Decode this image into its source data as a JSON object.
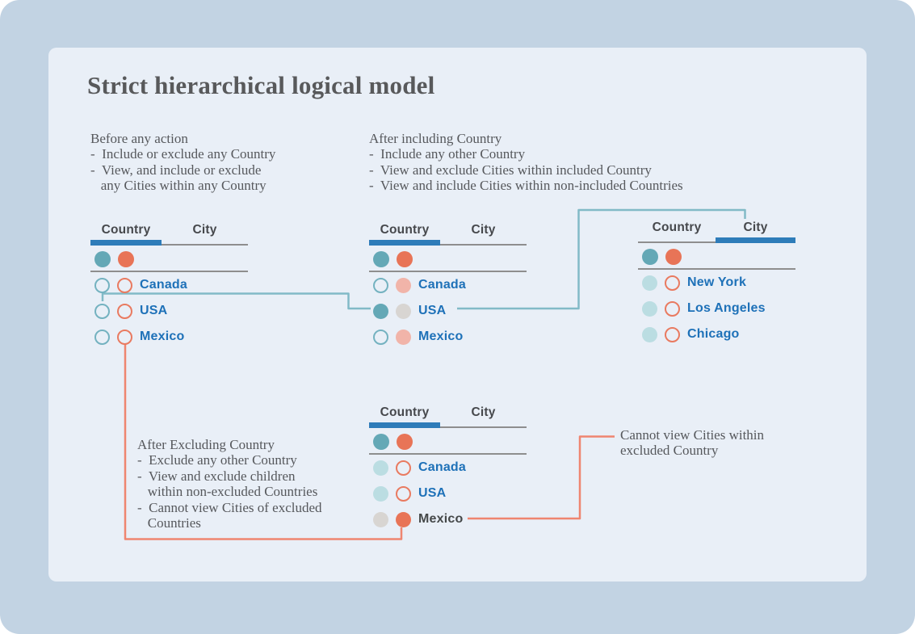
{
  "title": "Strict hierarchical logical model",
  "colors": {
    "page_background": "#c2d3e3",
    "card_background": "#e9eff7",
    "heading_text": "#58595b",
    "body_text": "#56585c",
    "tab_text": "#46484c",
    "active_tab_bar": "#2e7cb9",
    "divider_gray": "#8e8e8e",
    "include_teal": "#64a8b6",
    "exclude_red": "#e87457",
    "pale_teal": "#bbdde2",
    "pale_pink": "#f1b4a9",
    "neutral_gray": "#d8d5d2",
    "row_label_blue": "#1e71b8",
    "row_label_dark": "#454849",
    "teal_connector": "#82bac7",
    "red_connector": "#ef8570"
  },
  "notes": [
    {
      "id": "before-any-action",
      "lines": [
        "Before any action",
        "-  Include or exclude any Country",
        "-  View, and include or exclude",
        "   any Cities within any Country"
      ]
    },
    {
      "id": "after-including-country",
      "lines": [
        "After including Country",
        "-  Include any other Country",
        "-  View and exclude Cities within included Country",
        "-  View and include Cities within non-included Countries"
      ]
    },
    {
      "id": "after-excluding-country",
      "lines": [
        "After Excluding Country",
        "-  Exclude any other Country",
        "-  View and exclude children",
        "   within non-excluded Countries",
        "-  Cannot view Cities of excluded",
        "   Countries"
      ]
    },
    {
      "id": "cannot-view-excluded",
      "lines": [
        "Cannot view Cities within",
        "excluded Country"
      ]
    }
  ],
  "panels": [
    {
      "name": "before-any-action",
      "tabs": [
        {
          "label": "Country",
          "active": true
        },
        {
          "label": "City",
          "active": false
        }
      ],
      "legend": [
        {
          "state": "teal-fill"
        },
        {
          "state": "red-fill"
        }
      ],
      "rows": [
        {
          "label": "Canada",
          "include": "teal-outline",
          "exclude": "red-outline",
          "emphasis": "blue"
        },
        {
          "label": "USA",
          "include": "teal-outline",
          "exclude": "red-outline",
          "emphasis": "blue"
        },
        {
          "label": "Mexico",
          "include": "teal-outline",
          "exclude": "red-outline",
          "emphasis": "blue"
        }
      ]
    },
    {
      "name": "after-including-country",
      "tabs": [
        {
          "label": "Country",
          "active": true
        },
        {
          "label": "City",
          "active": false
        }
      ],
      "legend": [
        {
          "state": "teal-fill"
        },
        {
          "state": "red-fill"
        }
      ],
      "rows": [
        {
          "label": "Canada",
          "include": "teal-outline",
          "exclude": "pink-fill",
          "emphasis": "blue"
        },
        {
          "label": "USA",
          "include": "teal-fill",
          "exclude": "gray-fill",
          "emphasis": "blue"
        },
        {
          "label": "Mexico",
          "include": "teal-outline",
          "exclude": "pink-fill",
          "emphasis": "blue"
        }
      ]
    },
    {
      "name": "city-view-of-included-country",
      "tabs": [
        {
          "label": "Country",
          "active": false
        },
        {
          "label": "City",
          "active": true
        }
      ],
      "legend": [
        {
          "state": "teal-fill"
        },
        {
          "state": "red-fill"
        }
      ],
      "rows": [
        {
          "label": "New York",
          "include": "pale-teal-fill",
          "exclude": "red-outline",
          "emphasis": "blue"
        },
        {
          "label": "Los Angeles",
          "include": "pale-teal-fill",
          "exclude": "red-outline",
          "emphasis": "blue"
        },
        {
          "label": "Chicago",
          "include": "pale-teal-fill",
          "exclude": "red-outline",
          "emphasis": "blue"
        }
      ]
    },
    {
      "name": "after-excluding-country",
      "tabs": [
        {
          "label": "Country",
          "active": true
        },
        {
          "label": "City",
          "active": false
        }
      ],
      "legend": [
        {
          "state": "teal-fill"
        },
        {
          "state": "red-fill"
        }
      ],
      "rows": [
        {
          "label": "Canada",
          "include": "pale-teal-fill",
          "exclude": "red-outline",
          "emphasis": "blue"
        },
        {
          "label": "USA",
          "include": "pale-teal-fill",
          "exclude": "red-outline",
          "emphasis": "blue"
        },
        {
          "label": "Mexico",
          "include": "gray-fill",
          "exclude": "red-fill",
          "emphasis": "dark"
        }
      ]
    }
  ]
}
